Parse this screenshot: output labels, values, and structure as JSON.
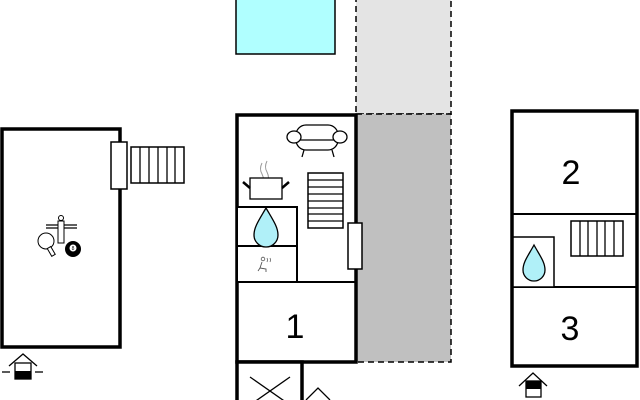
{
  "rooms": {
    "room_1": {
      "label": "1"
    },
    "room_2": {
      "label": "2"
    },
    "room_3": {
      "label": "3"
    }
  },
  "icons": [
    "pool",
    "terrace",
    "sofa-icon",
    "cooking-pot-icon",
    "stairs-icon",
    "water-drop-icon",
    "sauna-icon",
    "door-icon",
    "entrance-icon",
    "table-tennis-icon",
    "table-football-icon",
    "billiard-ball-icon"
  ],
  "colors": {
    "pool": "#b0ffff",
    "terrace_open": "#e4e4e4",
    "terrace_covered": "#c0c0c0",
    "water_drop": "#b0f0f8",
    "wall": "#000000"
  },
  "billiard_ball": {
    "label": "8"
  }
}
